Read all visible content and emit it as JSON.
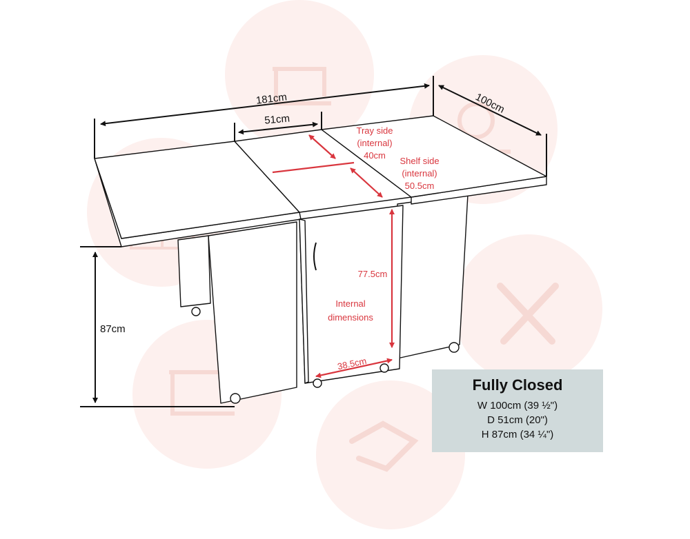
{
  "dimensions": {
    "width_total": "181cm",
    "depth": "100cm",
    "center_width": "51cm",
    "height": "87cm"
  },
  "internal": {
    "tray_line1": "Tray side",
    "tray_line2": "(internal)",
    "tray_line3": "40cm",
    "shelf_line1": "Shelf side",
    "shelf_line2": "(internal)",
    "shelf_line3": "50.5cm",
    "cabinet_height": "77.5cm",
    "internal_line1": "Internal",
    "internal_line2": "dimensions",
    "cabinet_width": "38.5cm"
  },
  "fully_closed": {
    "title": "Fully Closed",
    "width": "W 100cm (39 ½\")",
    "depth": "D 51cm (20\")",
    "height": "H 87cm (34 ¼\")"
  },
  "colors": {
    "line": "#111111",
    "accent_red": "#d9363e",
    "watermark": "#fdf0ee",
    "box_fill": "#d0dadb"
  },
  "watermark_icons": [
    "sewing-machine-icon",
    "embroidery-icon",
    "wardrobe-icon",
    "tools-icon",
    "sewing-machine-icon",
    "handshake-icon"
  ]
}
